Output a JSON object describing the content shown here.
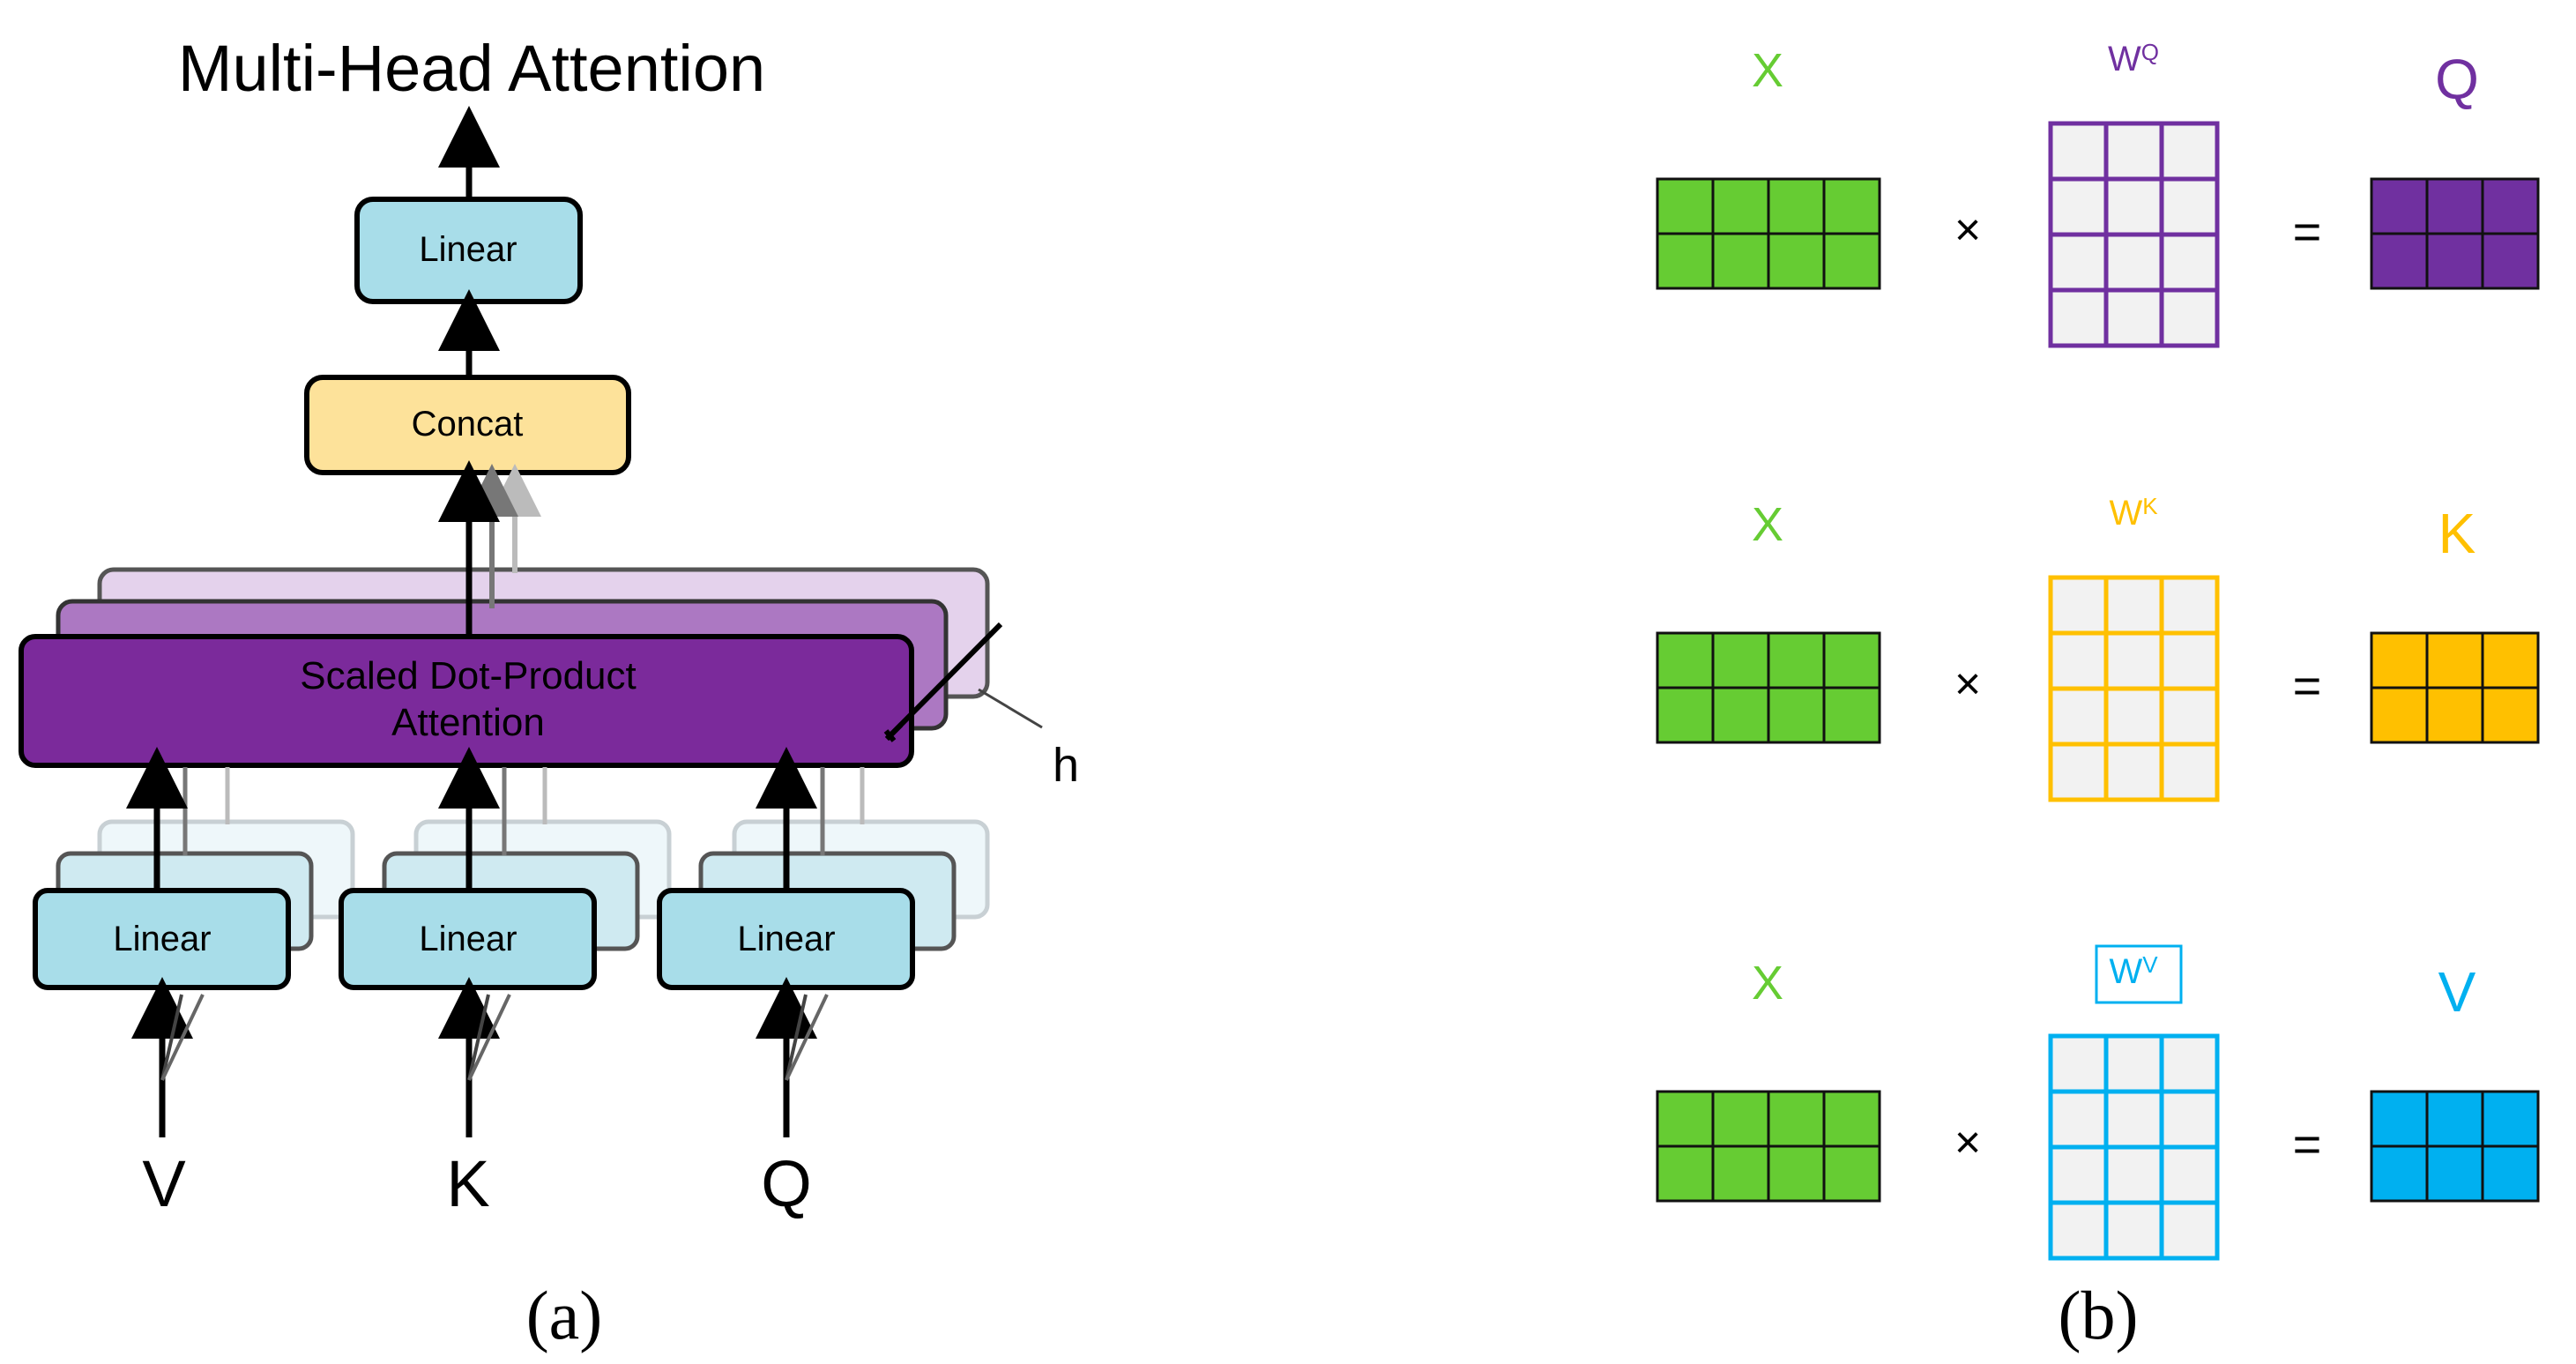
{
  "panel_a": {
    "title": "Multi-Head Attention",
    "linear_top_label": "Linear",
    "concat_label": "Concat",
    "sdpa_label_line1": "Scaled Dot-Product",
    "sdpa_label_line2": "Attention",
    "h_label": "h",
    "linear_v_label": "Linear",
    "linear_k_label": "Linear",
    "linear_q_label": "Linear",
    "input_v": "V",
    "input_k": "K",
    "input_q": "Q",
    "caption": "(a)"
  },
  "panel_b": {
    "caption": "(b)",
    "rows": [
      {
        "x_label": "X",
        "times": "×",
        "w_base": "W",
        "w_sup": "Q",
        "equals": "=",
        "result_label": "Q",
        "color": "#7030a0"
      },
      {
        "x_label": "X",
        "times": "×",
        "w_base": "W",
        "w_sup": "K",
        "equals": "=",
        "result_label": "K",
        "color": "#ffc000"
      },
      {
        "x_label": "X",
        "times": "×",
        "w_base": "W",
        "w_sup": "V",
        "equals": "=",
        "result_label": "V",
        "color": "#00b0f0"
      }
    ]
  },
  "colors": {
    "x_green": "#66cc33",
    "weight_fill": "#f2f2f2",
    "linear_fill": "#a8dde9",
    "concat_fill": "#fde29a",
    "sdpa_fill": "#7b2a9b",
    "label_green": "#66cc33"
  }
}
